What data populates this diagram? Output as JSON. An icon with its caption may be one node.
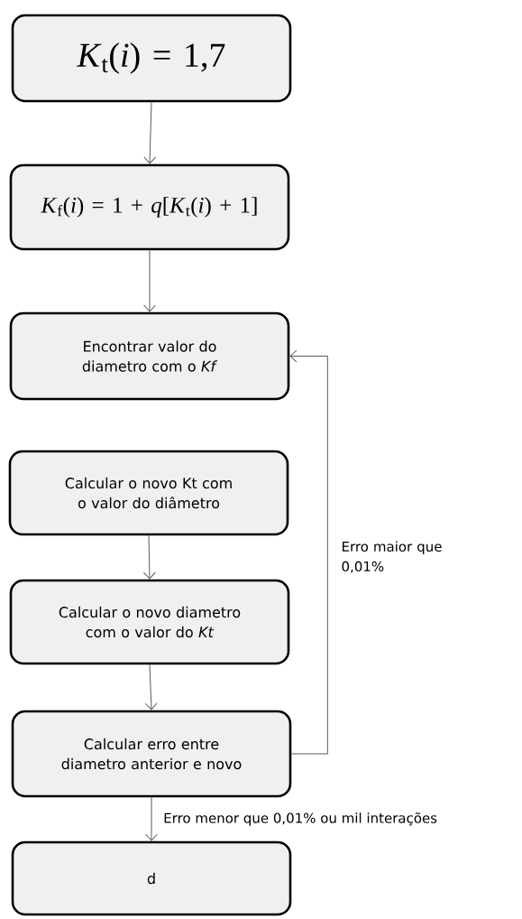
{
  "diagram": {
    "nodes": [
      {
        "text": [
          "*K*$_{t}$(*i*) = 1,7"
        ]
      },
      {
        "text": [
          "*K*$_{f}$(*i*) = 1 + *q*[*K*$_{t}$(*i*) + 1]"
        ]
      },
      {
        "text": [
          "Encontrar valor do diametro com o *Kf*"
        ]
      },
      {
        "text": [
          "Calcular o novo Kt com o valor do diâmetro"
        ]
      },
      {
        "text": [
          "Calcular o novo diametro com o valor do *Kt*"
        ]
      },
      {
        "text": [
          "Calcular erro entre diametro anterior e novo"
        ]
      },
      {
        "text": [
          "d"
        ]
      }
    ],
    "edges": [
      {
        "from": 0,
        "to": 1,
        "arrow": "to"
      },
      {
        "from": 1,
        "to": 2,
        "arrow": "to"
      },
      {
        "from": 3,
        "to": 4,
        "arrow": "to"
      },
      {
        "from": 4,
        "to": 5,
        "arrow": "to"
      },
      {
        "from": 5,
        "to": 2,
        "arrow": "to",
        "label": "Erro maior que 0,01%"
      },
      {
        "from": 5,
        "to": 6,
        "arrow": "to",
        "label": "Erro menor que 0,01% ou mil interações"
      }
    ]
  }
}
